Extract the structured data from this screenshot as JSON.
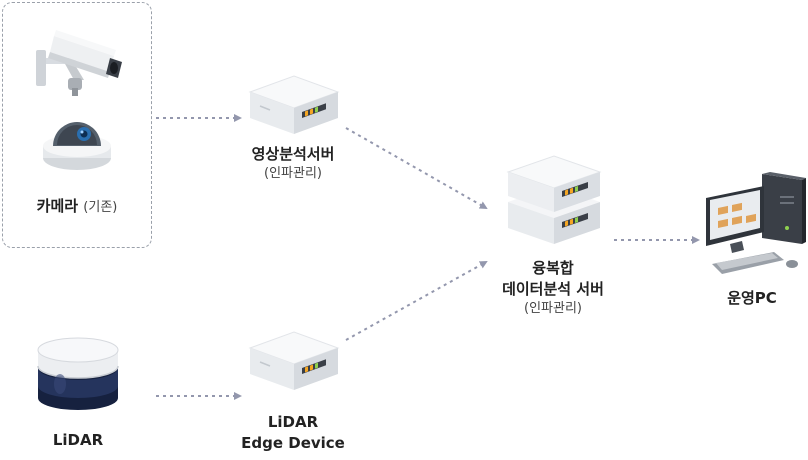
{
  "nodes": {
    "camera": {
      "label": "카메라",
      "note": "(기존)"
    },
    "lidar": {
      "label": "LiDAR"
    },
    "video_server": {
      "label": "영상분석서버",
      "note": "(인파관리)"
    },
    "lidar_edge": {
      "label_line1": "LiDAR",
      "label_line2": "Edge Device"
    },
    "fusion_server": {
      "label_line1": "융복합",
      "label_line2": "데이터분석 서버",
      "note": "(인파관리)"
    },
    "ops_pc": {
      "label": "운영PC"
    }
  },
  "edges": [
    {
      "from": "camera",
      "to": "video_server",
      "style": "dotted-arrow"
    },
    {
      "from": "lidar",
      "to": "lidar_edge",
      "style": "dotted-arrow"
    },
    {
      "from": "video_server",
      "to": "fusion_server",
      "style": "dotted-arrow"
    },
    {
      "from": "lidar_edge",
      "to": "fusion_server",
      "style": "dotted-arrow"
    },
    {
      "from": "fusion_server",
      "to": "ops_pc",
      "style": "dotted-arrow"
    }
  ],
  "colors": {
    "connector": "#9397ad",
    "group_border": "#9aa0aa"
  },
  "icons": {
    "camera_group": [
      "bullet-camera-icon",
      "dome-camera-icon"
    ],
    "lidar": "lidar-sensor-icon",
    "servers": "server-box-icon",
    "ops_pc": "desktop-pc-icon"
  }
}
